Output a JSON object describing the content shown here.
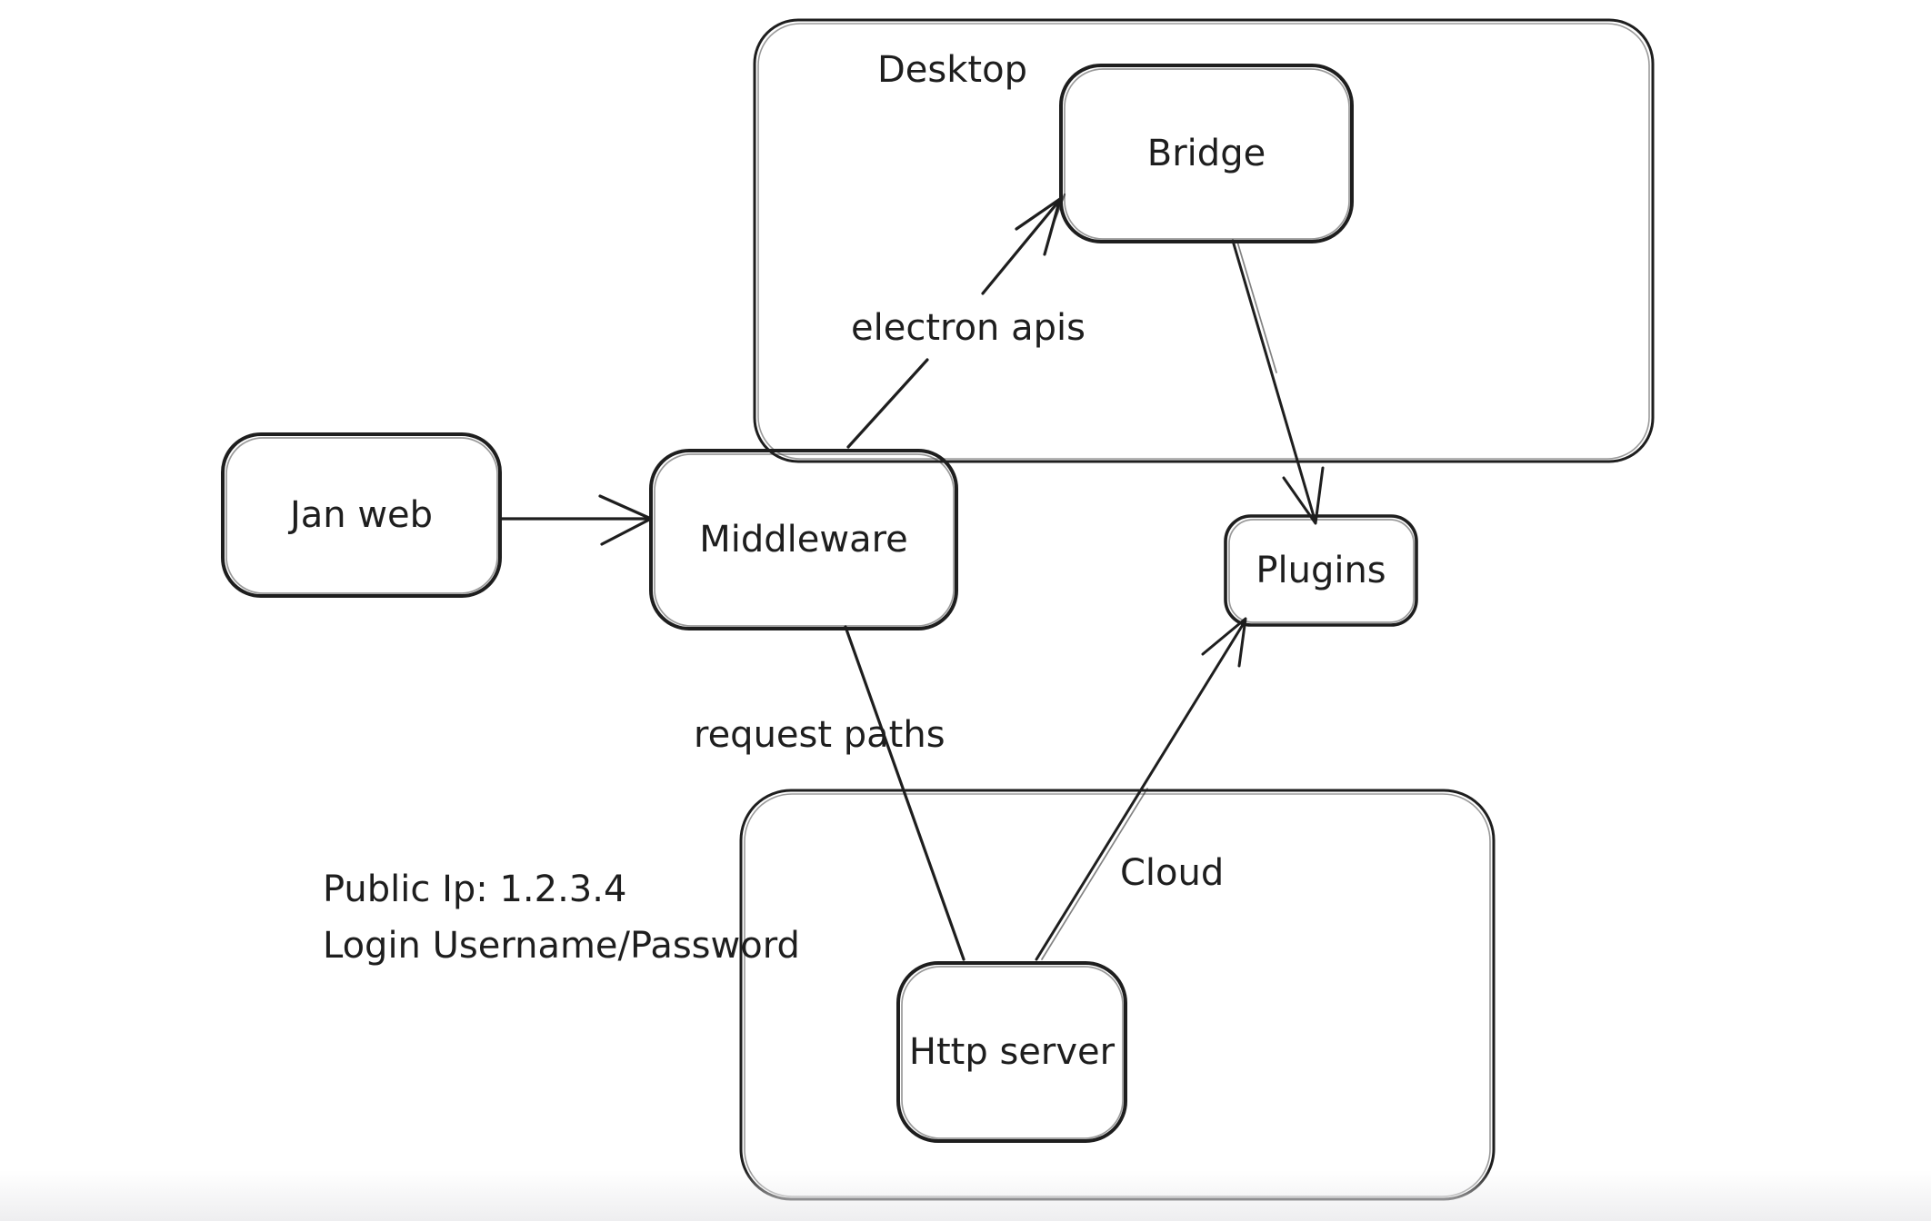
{
  "canvas": {
    "background": "#ffffff",
    "stroke_color": "#1e1e1e",
    "bottom_fade_color": "#ededef"
  },
  "containers": {
    "desktop": {
      "label": "Desktop"
    },
    "cloud": {
      "label": "Cloud"
    }
  },
  "nodes": {
    "jan_web": {
      "label": "Jan web"
    },
    "middleware": {
      "label": "Middleware"
    },
    "bridge": {
      "label": "Bridge"
    },
    "plugins": {
      "label": "Plugins"
    },
    "http_server": {
      "label": "Http server"
    }
  },
  "edges": {
    "jan_web_to_middleware": {
      "from": "Jan web",
      "to": "Middleware",
      "label": ""
    },
    "middleware_to_bridge": {
      "from": "Middleware",
      "to": "Bridge",
      "label": "electron apis"
    },
    "bridge_to_plugins": {
      "from": "Bridge",
      "to": "Plugins",
      "label": ""
    },
    "middleware_to_http_server": {
      "from": "Middleware",
      "to": "Http server",
      "label": "request paths"
    },
    "http_server_to_plugins": {
      "from": "Http server",
      "to": "Plugins",
      "label": ""
    }
  },
  "annotations": {
    "public_ip": "Public Ip: 1.2.3.4",
    "login": "Login Username/Password"
  }
}
